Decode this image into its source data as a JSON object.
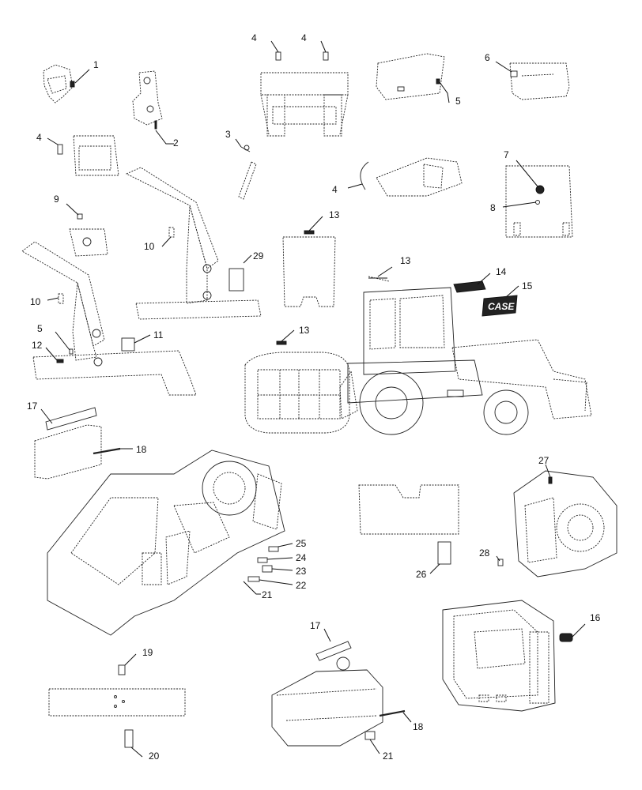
{
  "callouts": {
    "c1": "1",
    "c2": "2",
    "c3": "3",
    "c4a": "4",
    "c4b": "4",
    "c4c": "4",
    "c4d": "4",
    "c5a": "5",
    "c5b": "5",
    "c6": "6",
    "c7": "7",
    "c8": "8",
    "c9": "9",
    "c10a": "10",
    "c10b": "10",
    "c11": "11",
    "c12": "12",
    "c13a": "13",
    "c13b": "13",
    "c13c": "13",
    "c14": "14",
    "c15": "15",
    "c16": "16",
    "c17a": "17",
    "c17b": "17",
    "c18a": "18",
    "c18b": "18",
    "c19": "19",
    "c20": "20",
    "c21a": "21",
    "c21b": "21",
    "c22": "22",
    "c23": "23",
    "c24": "24",
    "c25": "25",
    "c26": "26",
    "c27": "27",
    "c28": "28",
    "c29": "29"
  },
  "brand_decal": {
    "text": "CASE"
  }
}
